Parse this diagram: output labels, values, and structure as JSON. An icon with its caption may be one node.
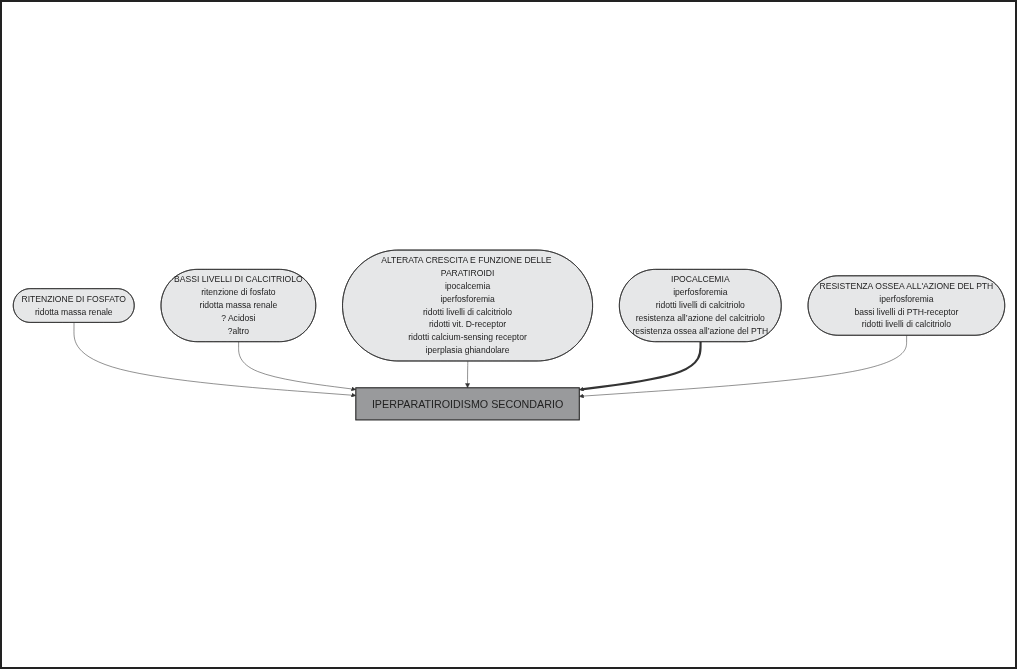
{
  "diagram": {
    "nodes": [
      {
        "text": [
          "RITENZIONE DI FOSFATO",
          "ridotta massa renale"
        ]
      },
      {
        "text": [
          "ALTERATA CRESCITA E FUNZIONE DELLE PARATIROIDI",
          "ipocalcemia",
          "iperfosforemia",
          "ridotti livelli di calcitriolo",
          "ridotti vit. D-receptor",
          "ridotti calcium-sensing receptor",
          "iperplasia ghiandolare"
        ]
      },
      {
        "text": [
          "BASSI LIVELLI DI CALCITRIOLO",
          "ritenzione di fosfato",
          "ridotta massa renale",
          "? Acidosi",
          "?altro"
        ]
      },
      {
        "text": [
          "IPERPARATIROIDISMO SECONDARIO"
        ]
      },
      {
        "text": [
          "IPOCALCEMIA",
          "iperfosforemia",
          "ridotti livelli di calcitriolo",
          "resistenza all’azione del calcitriolo",
          "resistenza ossea all’azione del PTH"
        ]
      },
      {
        "text": [
          "RESISTENZA OSSEA ALL'AZIONE DEL PTH",
          "iperfosforemia",
          "bassi livelli di PTH-receptor",
          "ridotti livelli di calcitriolo"
        ]
      }
    ],
    "edges": [
      {
        "from": 0,
        "to": 3,
        "arrow": "to"
      },
      {
        "from": 2,
        "to": 3,
        "arrow": "to"
      },
      {
        "from": 1,
        "to": 3,
        "arrow": "to"
      },
      {
        "from": 4,
        "to": 3,
        "arrow": "to",
        "style": "thick"
      },
      {
        "from": 5,
        "to": 3,
        "arrow": "to"
      }
    ]
  }
}
